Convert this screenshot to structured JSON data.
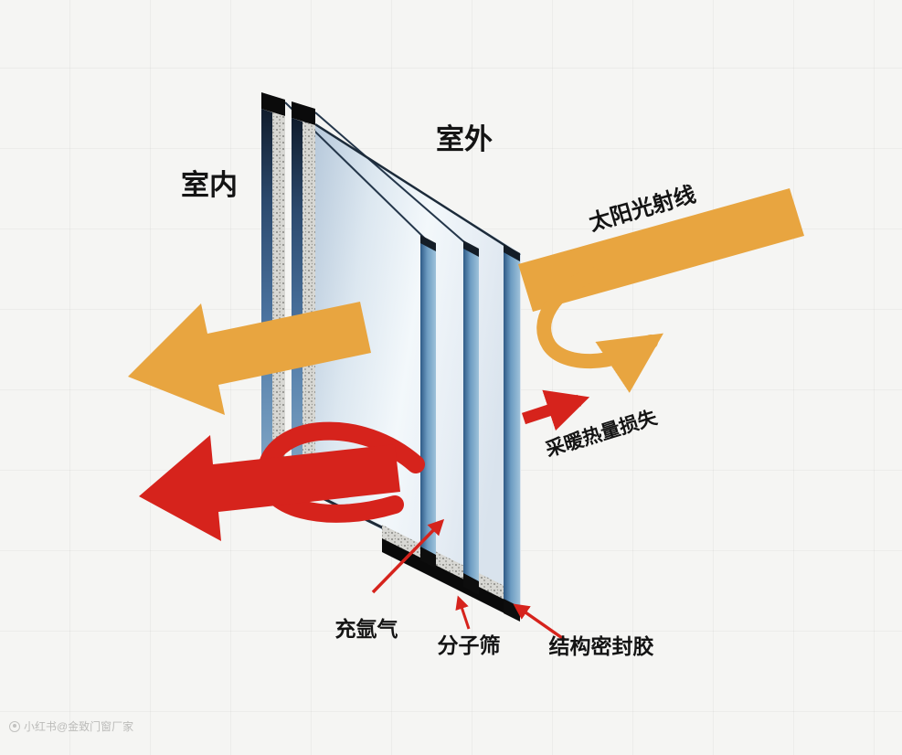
{
  "diagram": {
    "labels": {
      "indoor": "室内",
      "outdoor": "室外",
      "solar_ray": "太阳光射线",
      "heat_loss": "采暖热量损失",
      "argon_fill": "充氩气",
      "molecular_sieve": "分子筛",
      "structural_sealant": "结构密封胶"
    },
    "watermark": "小红书@金致门窗厂家",
    "colors": {
      "solar_arrow": "#E8A540",
      "heat_arrow": "#D6231C",
      "glass_edge_blue": "#2E5A86",
      "frame_black": "#0D0D0D"
    }
  }
}
